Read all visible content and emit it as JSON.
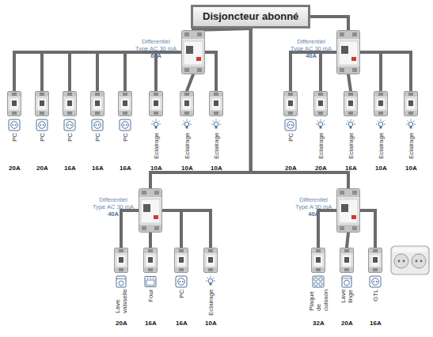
{
  "diagram": {
    "nodes": [
      {
        "text": [
          "Disjoncteur abonné"
        ]
      },
      {
        "text": [
          "Differentiel",
          "Type AC 30 mA",
          "63A"
        ]
      },
      {
        "text": [
          "PC",
          "20A"
        ]
      },
      {
        "text": [
          "PC",
          "20A"
        ]
      },
      {
        "text": [
          "PC",
          "16A"
        ]
      },
      {
        "text": [
          "PC",
          "16A"
        ]
      },
      {
        "text": [
          "PC",
          "16A"
        ]
      },
      {
        "text": [
          "Eclairage",
          "10A"
        ]
      },
      {
        "text": [
          "Eclairage",
          "10A"
        ]
      },
      {
        "text": [
          "Eclairage",
          "10A"
        ]
      },
      {
        "text": [
          "Differentiel",
          "Type AC 30 mA",
          "40A"
        ]
      },
      {
        "text": [
          "PC",
          "20A"
        ]
      },
      {
        "text": [
          "Eclairage",
          "20A"
        ]
      },
      {
        "text": [
          "Eclairage",
          "16A"
        ]
      },
      {
        "text": [
          "Eclairage",
          "10A"
        ]
      },
      {
        "text": [
          "Eclairage",
          "10A"
        ]
      },
      {
        "text": [
          "Differentiel",
          "Type AC 30 mA",
          "40A"
        ]
      },
      {
        "text": [
          "Lave vaisselle",
          "20A"
        ]
      },
      {
        "text": [
          "Four",
          "16A"
        ]
      },
      {
        "text": [
          "PC",
          "16A"
        ]
      },
      {
        "text": [
          "Eclairage",
          "10A"
        ]
      },
      {
        "text": [
          "Differentiel",
          "Type A 30 mA",
          "40A"
        ]
      },
      {
        "text": [
          "Plaque de cuisson",
          "32A"
        ]
      },
      {
        "text": [
          "Lave linge",
          "20A"
        ]
      },
      {
        "text": [
          "GTL",
          "16A"
        ]
      }
    ],
    "edges": [
      {
        "from": 0,
        "to": 1,
        "arrow": "none"
      },
      {
        "from": 0,
        "to": 10,
        "arrow": "none"
      },
      {
        "from": 0,
        "to": 16,
        "arrow": "none"
      },
      {
        "from": 0,
        "to": 21,
        "arrow": "none"
      },
      {
        "from": 1,
        "to": 2,
        "arrow": "none"
      },
      {
        "from": 1,
        "to": 3,
        "arrow": "none"
      },
      {
        "from": 1,
        "to": 4,
        "arrow": "none"
      },
      {
        "from": 1,
        "to": 5,
        "arrow": "none"
      },
      {
        "from": 1,
        "to": 6,
        "arrow": "none"
      },
      {
        "from": 1,
        "to": 7,
        "arrow": "none"
      },
      {
        "from": 1,
        "to": 8,
        "arrow": "none"
      },
      {
        "from": 1,
        "to": 9,
        "arrow": "none"
      },
      {
        "from": 10,
        "to": 11,
        "arrow": "none"
      },
      {
        "from": 10,
        "to": 12,
        "arrow": "none"
      },
      {
        "from": 10,
        "to": 13,
        "arrow": "none"
      },
      {
        "from": 10,
        "to": 14,
        "arrow": "none"
      },
      {
        "from": 10,
        "to": 15,
        "arrow": "none"
      },
      {
        "from": 16,
        "to": 17,
        "arrow": "none"
      },
      {
        "from": 16,
        "to": 18,
        "arrow": "none"
      },
      {
        "from": 16,
        "to": 19,
        "arrow": "none"
      },
      {
        "from": 16,
        "to": 20,
        "arrow": "none"
      },
      {
        "from": 21,
        "to": 22,
        "arrow": "none"
      },
      {
        "from": 21,
        "to": 23,
        "arrow": "none"
      },
      {
        "from": 21,
        "to": 24,
        "arrow": "none"
      }
    ]
  }
}
